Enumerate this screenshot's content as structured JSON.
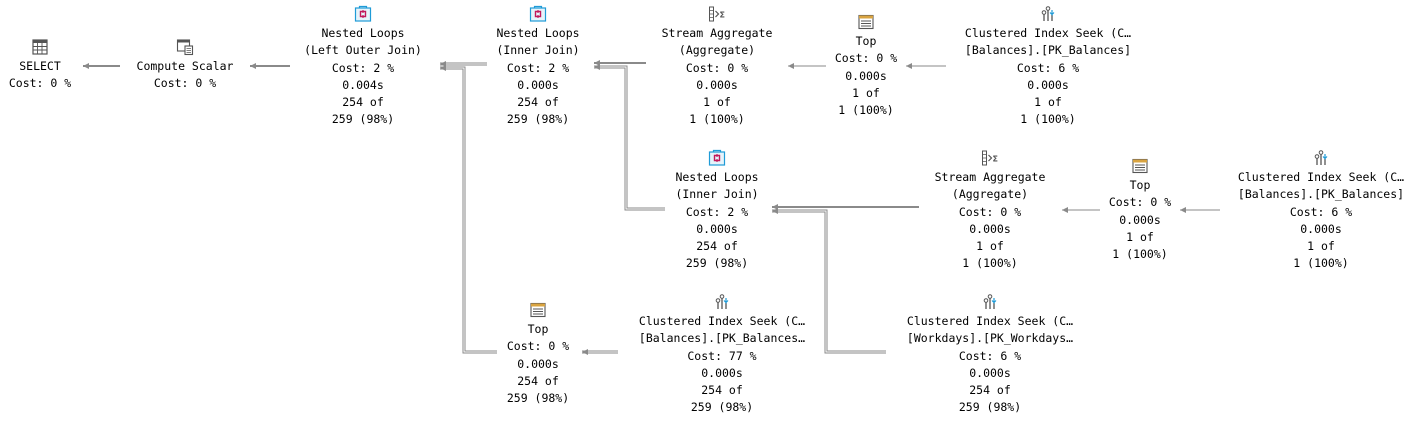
{
  "colors": {
    "icon_primary": "#1f9bd7",
    "icon_accent": "#c2185b",
    "icon_gray": "#555555",
    "edge": "#8a8a8a"
  },
  "nodes": {
    "select": {
      "icon": "select-icon",
      "lines": [
        "SELECT",
        "Cost: 0 %"
      ]
    },
    "compute": {
      "icon": "compute-scalar-icon",
      "lines": [
        "Compute Scalar",
        "Cost: 0 %"
      ]
    },
    "nl_outer": {
      "icon": "nested-loops-icon",
      "lines": [
        "Nested Loops",
        "(Left Outer Join)",
        "Cost: 2 %",
        "0.004s",
        "254 of",
        "259 (98%)"
      ]
    },
    "nl_inner1": {
      "icon": "nested-loops-icon",
      "lines": [
        "Nested Loops",
        "(Inner Join)",
        "Cost: 2 %",
        "0.000s",
        "254 of",
        "259 (98%)"
      ]
    },
    "stream1": {
      "icon": "stream-aggregate-icon",
      "lines": [
        "Stream Aggregate",
        "(Aggregate)",
        "Cost: 0 %",
        "0.000s",
        "1 of",
        "1 (100%)"
      ]
    },
    "top1": {
      "icon": "top-icon",
      "lines": [
        "Top",
        "Cost: 0 %",
        "0.000s",
        "1 of",
        "1 (100%)"
      ]
    },
    "seek1": {
      "icon": "clustered-index-seek-icon",
      "lines": [
        "Clustered Index Seek (C…",
        "[Balances].[PK_Balances]",
        "Cost: 6 %",
        "0.000s",
        "1 of",
        "1 (100%)"
      ]
    },
    "nl_inner2": {
      "icon": "nested-loops-icon",
      "lines": [
        "Nested Loops",
        "(Inner Join)",
        "Cost: 2 %",
        "0.000s",
        "254 of",
        "259 (98%)"
      ]
    },
    "stream2": {
      "icon": "stream-aggregate-icon",
      "lines": [
        "Stream Aggregate",
        "(Aggregate)",
        "Cost: 0 %",
        "0.000s",
        "1 of",
        "1 (100%)"
      ]
    },
    "top2": {
      "icon": "top-icon",
      "lines": [
        "Top",
        "Cost: 0 %",
        "0.000s",
        "1 of",
        "1 (100%)"
      ]
    },
    "seek2": {
      "icon": "clustered-index-seek-icon",
      "lines": [
        "Clustered Index Seek (C…",
        "[Balances].[PK_Balances]",
        "Cost: 6 %",
        "0.000s",
        "1 of",
        "1 (100%)"
      ]
    },
    "top3": {
      "icon": "top-icon",
      "lines": [
        "Top",
        "Cost: 0 %",
        "0.000s",
        "254 of",
        "259 (98%)"
      ]
    },
    "seek3": {
      "icon": "clustered-index-seek-icon",
      "lines": [
        "Clustered Index Seek (C…",
        "[Balances].[PK_Balances…",
        "Cost: 77 %",
        "0.000s",
        "254 of",
        "259 (98%)"
      ]
    },
    "seek4": {
      "icon": "clustered-index-seek-icon",
      "lines": [
        "Clustered Index Seek (C…",
        "[Workdays].[PK_Workdays…",
        "Cost: 6 %",
        "0.000s",
        "254 of",
        "259 (98%)"
      ]
    }
  }
}
